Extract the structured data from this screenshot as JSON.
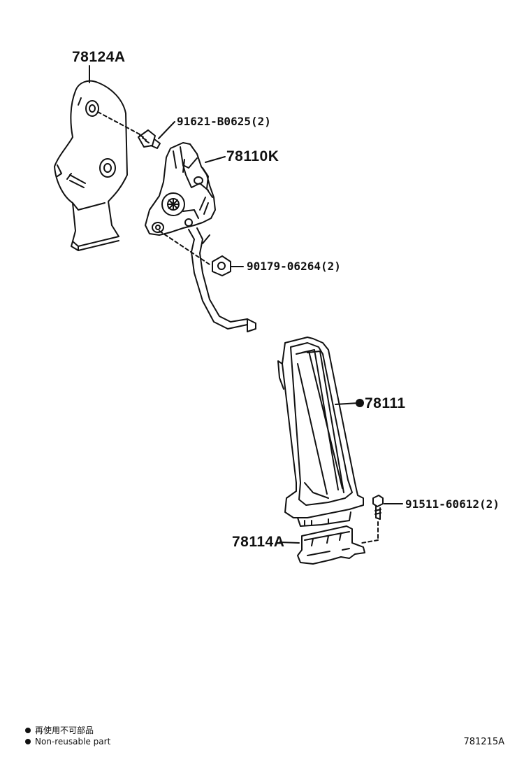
{
  "parts": {
    "bracket": "78124A",
    "bolt_top": "91621-B0625(2)",
    "sensor": "78110K",
    "nut": "90179-06264(2)",
    "pedal": "78111",
    "bolt_bottom": "91511-60612(2)",
    "plate": "78114A"
  },
  "legend": {
    "line1": "再使用不可部品",
    "line2": "Non-reusable part"
  },
  "diagram_code": "781215A"
}
